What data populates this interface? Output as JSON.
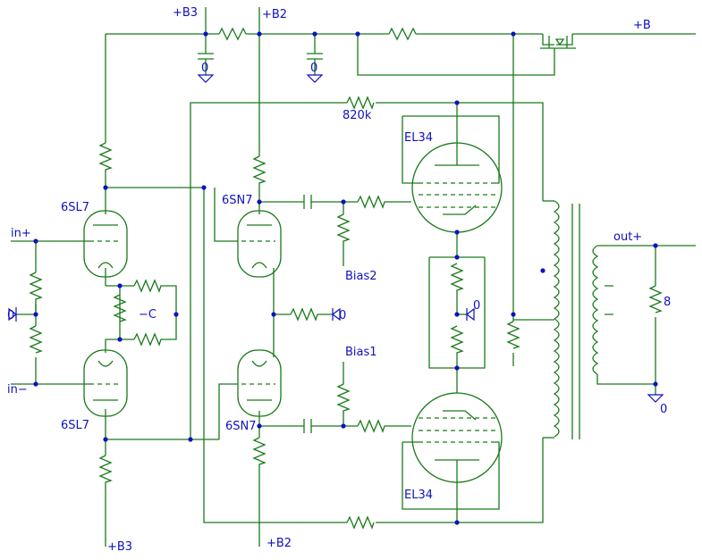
{
  "labels": {
    "b3_top": "+B3",
    "b2_top": "+B2",
    "b_plus": "+B",
    "r_820k": "820k",
    "el34_top": "EL34",
    "el34_bottom": "EL34",
    "sn7_top": "6SN7",
    "sn7_bottom": "6SN7",
    "sl7_top": "6SL7",
    "sl7_bottom": "6SL7",
    "in_plus": "in+",
    "in_minus": "in−",
    "neg_c": "−C",
    "bias2": "Bias2",
    "bias1": "Bias1",
    "out_plus": "out+",
    "load_8": "8",
    "gnd_0_tap": "0",
    "gnd_0_out": "0",
    "gnd_0_mid": "0",
    "gnd_0_left": "0",
    "cap_gnd_1": "0",
    "cap_gnd_2": "0",
    "b3_bottom": "+B3",
    "b2_bottom": "+B2"
  }
}
